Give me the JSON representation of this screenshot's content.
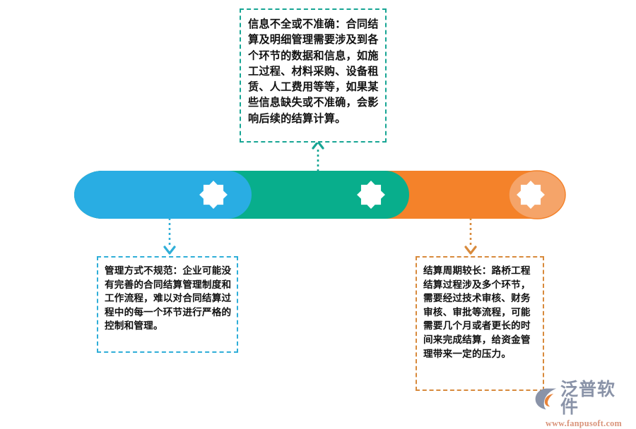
{
  "graphic": {
    "type": "horizontal-cylinder-process-infographic",
    "segments": [
      {
        "id": "segment-1",
        "color": "#29ADE3",
        "marker": "eight-point-star"
      },
      {
        "id": "segment-2",
        "color": "#08AE8C",
        "marker": "eight-point-star"
      },
      {
        "id": "segment-3",
        "color": "#F4822A",
        "cap_color": "#F5A469",
        "marker": "eight-point-star"
      }
    ]
  },
  "callouts": {
    "top": {
      "text": "信息不全或不准确：合同结算及明细管理需要涉及到各个环节的数据和信息，如施工过程、材料采购、设备租赁、人工费用等等，如果某些信息缺失或不准确，会影响后续的结算计算。",
      "border_color": "#17a594",
      "connector_color": "#17a594",
      "connector_direction": "up"
    },
    "bottom_left": {
      "text": "管理方式不规范：企业可能没有完善的合同结算管理制度和工作流程，难以对合同结算过程中的每一个环节进行严格的控制和管理。",
      "border_color": "#2faed8",
      "connector_color": "#2faed8",
      "connector_direction": "down"
    },
    "bottom_right": {
      "text": "结算周期较长：路桥工程结算过程涉及多个环节，需要经过技术审核、财务审核、审批等流程，可能需要几个月或者更长的时间来完成结算，给资金管理带来一定的压力。",
      "border_color": "#d88a3c",
      "connector_color": "#d88a3c",
      "connector_direction": "down"
    }
  },
  "watermark": {
    "brand": "泛普软件",
    "url": "www.fanpusoft.com",
    "brand_color": "#8a93a8",
    "url_color": "#d9937a",
    "accent_color": "#e8833a"
  }
}
